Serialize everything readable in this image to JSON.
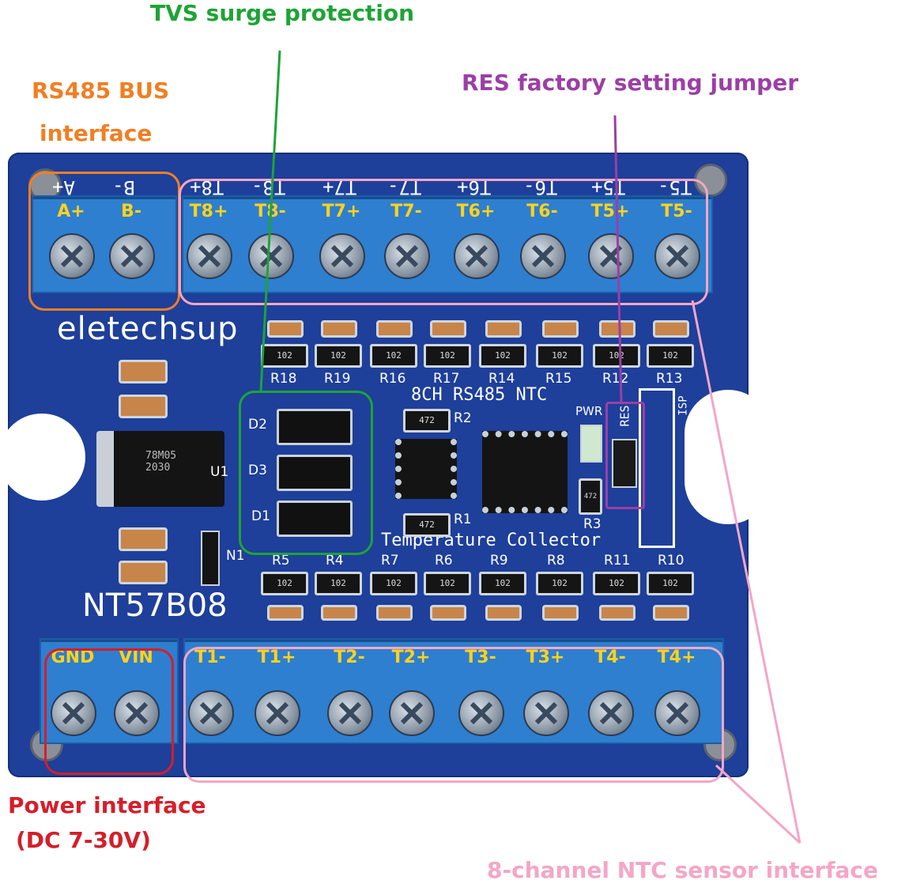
{
  "callouts": {
    "tvs": "TVS surge protection",
    "rs485_line1": "RS485 BUS",
    "rs485_line2": "interface",
    "res": "RES factory setting jumper",
    "power_line1": "Power interface",
    "power_line2": "(DC 7-30V)",
    "ntc": "8-channel NTC sensor interface"
  },
  "colors": {
    "rs485": "#f07f24",
    "tvs": "#1fa336",
    "res": "#9b3fa6",
    "power": "#d41f2a",
    "ntc": "#f4a6c6",
    "board": "#1e3f9a",
    "terminal_block": "#2e7fd0",
    "terminal_label": "#ffd21c"
  },
  "board": {
    "brand": "eletechsup",
    "model": "NT57B08",
    "product_line1": "8CH RS485 NTC",
    "product_line2": "Temperature Collector",
    "isp_label": "ISP",
    "res_label": "RES",
    "pwr_label": "PWR",
    "regulator_marking": "78M05\n2030",
    "diode_labels": [
      "D2",
      "D3",
      "D1"
    ],
    "u1": "U1",
    "n1": "N1",
    "r1": "R1",
    "r2": "R2",
    "r3": "R3",
    "r2_value": "472",
    "r1_value": "472",
    "r3_value": "472"
  },
  "top_terminals": [
    {
      "silk": "A+",
      "label": "A+"
    },
    {
      "silk": "B-",
      "label": "B-"
    },
    {
      "silk": "T8+",
      "label": "T8+"
    },
    {
      "silk": "T8-",
      "label": "T8-"
    },
    {
      "silk": "T7+",
      "label": "T7+"
    },
    {
      "silk": "T7-",
      "label": "T7-"
    },
    {
      "silk": "T6+",
      "label": "T6+"
    },
    {
      "silk": "T6-",
      "label": "T6-"
    },
    {
      "silk": "T5+",
      "label": "T5+"
    },
    {
      "silk": "T5-",
      "label": "T5-"
    }
  ],
  "bottom_terminals": [
    {
      "label": "GND"
    },
    {
      "label": "VIN"
    },
    {
      "label": "T1-"
    },
    {
      "label": "T1+"
    },
    {
      "label": "T2-"
    },
    {
      "label": "T2+"
    },
    {
      "label": "T3-"
    },
    {
      "label": "T3+"
    },
    {
      "label": "T4-"
    },
    {
      "label": "T4+"
    }
  ],
  "top_resistors": [
    {
      "ref": "R18",
      "value": "102"
    },
    {
      "ref": "R19",
      "value": "102"
    },
    {
      "ref": "R16",
      "value": "102"
    },
    {
      "ref": "R17",
      "value": "102"
    },
    {
      "ref": "R14",
      "value": "102"
    },
    {
      "ref": "R15",
      "value": "102"
    },
    {
      "ref": "R12",
      "value": "102"
    },
    {
      "ref": "R13",
      "value": "102"
    }
  ],
  "bottom_resistors": [
    {
      "ref": "R5",
      "value": "102"
    },
    {
      "ref": "R4",
      "value": "102"
    },
    {
      "ref": "R7",
      "value": "102"
    },
    {
      "ref": "R6",
      "value": "102"
    },
    {
      "ref": "R9",
      "value": "102"
    },
    {
      "ref": "R8",
      "value": "102"
    },
    {
      "ref": "R11",
      "value": "102"
    },
    {
      "ref": "R10",
      "value": "102"
    }
  ]
}
